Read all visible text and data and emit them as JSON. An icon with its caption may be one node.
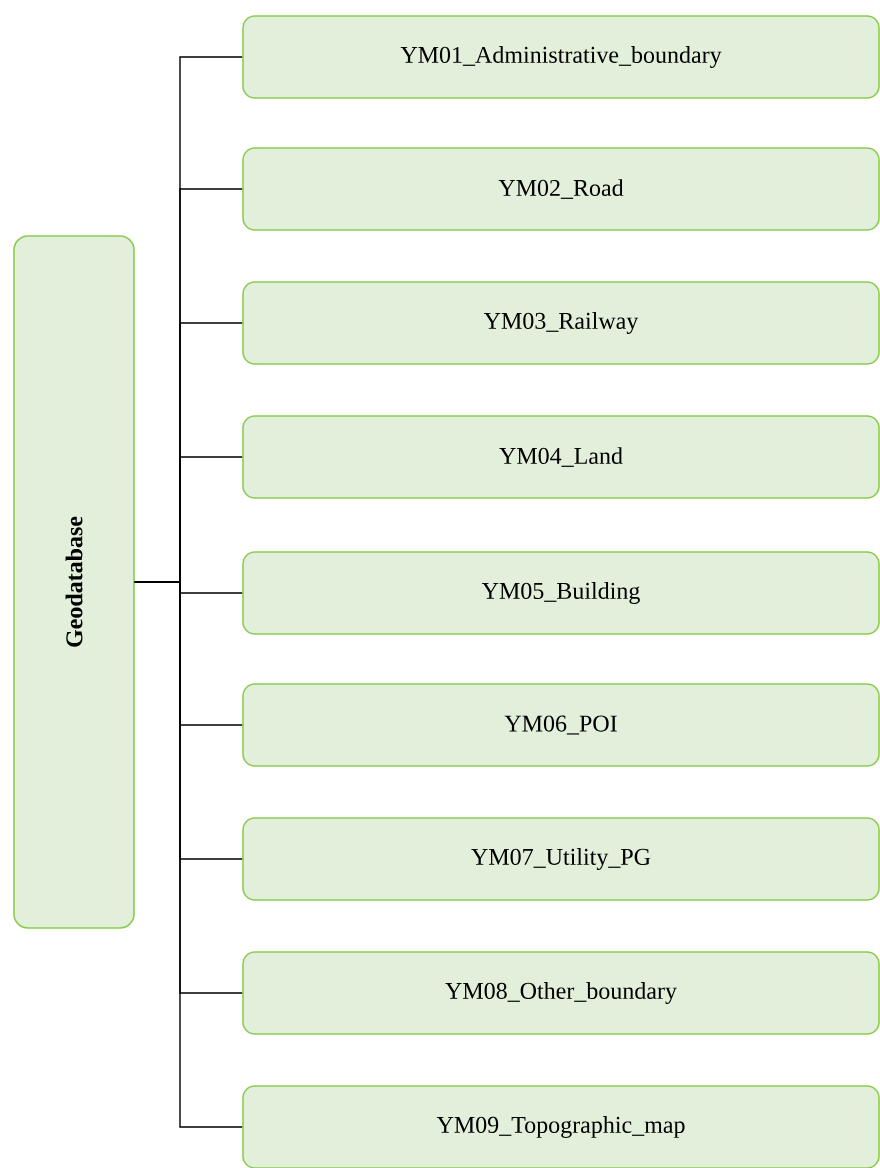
{
  "diagram": {
    "nodes": [
      {
        "text": [
          "Geodatabase"
        ]
      },
      {
        "text": [
          "YM01_Administrative_boundary"
        ]
      },
      {
        "text": [
          "YM02_Road"
        ]
      },
      {
        "text": [
          "YM03_Railway"
        ]
      },
      {
        "text": [
          "YM04_Land"
        ]
      },
      {
        "text": [
          "YM05_Building"
        ]
      },
      {
        "text": [
          "YM06_POI"
        ]
      },
      {
        "text": [
          "YM07_Utility_PG"
        ]
      },
      {
        "text": [
          "YM08_Other_boundary"
        ]
      },
      {
        "text": [
          "YM09_Topographic_map"
        ]
      }
    ],
    "edges": [
      {
        "from": 0,
        "to": 1,
        "arrow": "none"
      },
      {
        "from": 0,
        "to": 2,
        "arrow": "none"
      },
      {
        "from": 0,
        "to": 3,
        "arrow": "none"
      },
      {
        "from": 0,
        "to": 4,
        "arrow": "none"
      },
      {
        "from": 0,
        "to": 5,
        "arrow": "none"
      },
      {
        "from": 0,
        "to": 6,
        "arrow": "none"
      },
      {
        "from": 0,
        "to": 7,
        "arrow": "none"
      },
      {
        "from": 0,
        "to": 8,
        "arrow": "none"
      },
      {
        "from": 0,
        "to": 9,
        "arrow": "none"
      }
    ]
  }
}
